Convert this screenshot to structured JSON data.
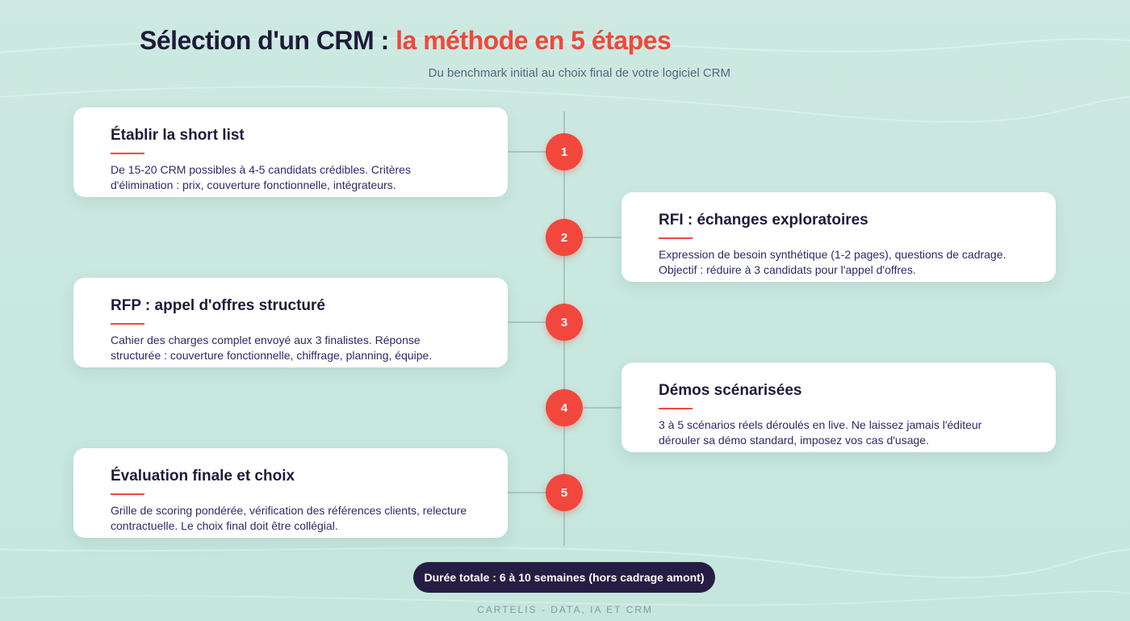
{
  "header": {
    "title_main": "Sélection d'un CRM : ",
    "title_accent": "la méthode en 5 étapes",
    "subtitle": "Du benchmark initial au choix final de votre logiciel CRM"
  },
  "steps": [
    {
      "number": "1",
      "title": "Établir la short list",
      "text": "De 15-20 CRM possibles à 4-5 candidats crédibles. Critères d'élimination : prix, couverture fonctionnelle, intégrateurs."
    },
    {
      "number": "2",
      "title": "RFI : échanges exploratoires",
      "text": "Expression de besoin synthétique (1-2 pages), questions de cadrage. Objectif : réduire à 3 candidats pour l'appel d'offres."
    },
    {
      "number": "3",
      "title": "RFP : appel d'offres structuré",
      "text": "Cahier des charges complet envoyé aux 3 finalistes. Réponse structurée : couverture fonctionnelle, chiffrage, planning, équipe."
    },
    {
      "number": "4",
      "title": "Démos scénarisées",
      "text": "3 à 5 scénarios réels déroulés en live. Ne laissez jamais l'éditeur dérouler sa démo standard, imposez vos cas d'usage."
    },
    {
      "number": "5",
      "title": "Évaluation finale et choix",
      "text": "Grille de scoring pondérée, vérification des références clients, relecture contractuelle. Le choix final doit être collégial."
    }
  ],
  "summary": "Durée totale : 6 à 10 semaines (hors cadrage amont)",
  "footer": "CARTELIS - DATA, IA ET CRM",
  "colors": {
    "accent": "#f2473c",
    "dark": "#1e1b3a",
    "pill": "#261d44"
  }
}
